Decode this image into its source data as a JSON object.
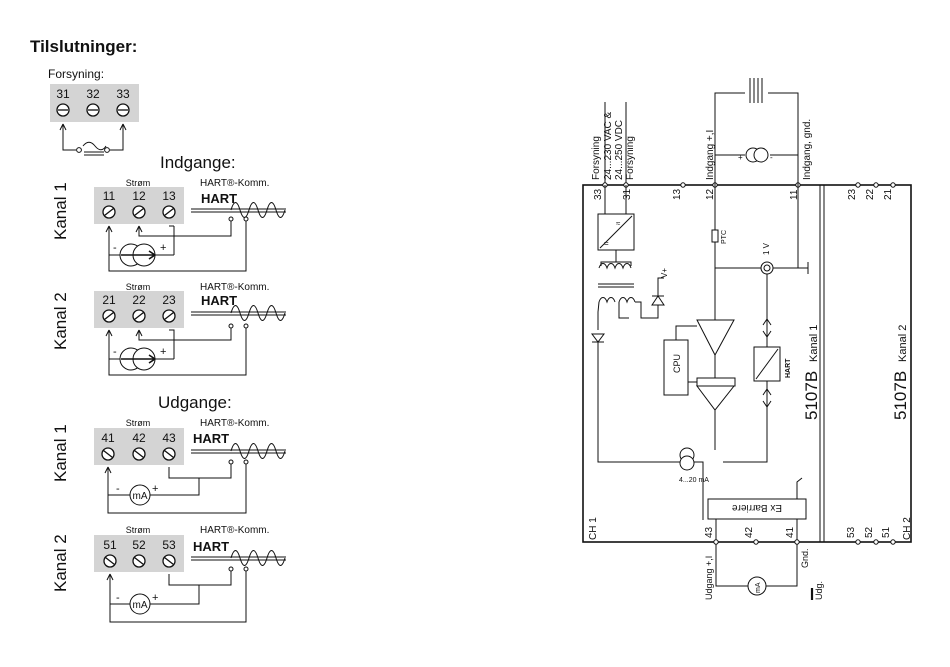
{
  "title": "Tilslutninger:",
  "supply": {
    "label": "Forsyning:",
    "terminals": [
      "31",
      "32",
      "33"
    ]
  },
  "inputs": {
    "heading": "Indgange:",
    "channels": [
      {
        "name": "Kanal 1",
        "current_label": "Strøm",
        "hart_label": "HART®-Komm.",
        "hart_logo": "HART",
        "terminals": [
          "11",
          "12",
          "13"
        ]
      },
      {
        "name": "Kanal 2",
        "current_label": "Strøm",
        "hart_label": "HART®-Komm.",
        "hart_logo": "HART",
        "terminals": [
          "21",
          "22",
          "23"
        ]
      }
    ]
  },
  "outputs": {
    "heading": "Udgange:",
    "channels": [
      {
        "name": "Kanal 1",
        "current_label": "Strøm",
        "hart_label": "HART®-Komm.",
        "hart_logo": "HART",
        "terminals": [
          "41",
          "42",
          "43"
        ],
        "meter": "mA"
      },
      {
        "name": "Kanal 2",
        "current_label": "Strøm",
        "hart_label": "HART®-Komm.",
        "hart_logo": "HART",
        "terminals": [
          "51",
          "52",
          "53"
        ],
        "meter": "mA"
      }
    ]
  },
  "block": {
    "left_labels": [
      "Forsyning",
      "24...230 VAC &",
      "24...250 VDC",
      "Forsyning"
    ],
    "top_terminals": [
      "33",
      "31",
      "13",
      "12",
      "11",
      "23",
      "22",
      "21"
    ],
    "input_labels": [
      "Indgang +,I",
      "Indgang, gnd."
    ],
    "ptc": "PTC",
    "v_label": "1 V",
    "vplus": "V+",
    "cpu": "CPU",
    "model_1": "5107B",
    "kanal_1": "Kanal 1",
    "model_2": "5107B",
    "kanal_2": "Kanal 2",
    "current_source": "4...20 mA",
    "barrier": "Ex Barriere",
    "ch1": "CH 1",
    "ch2": "CH 2",
    "bottom_terminals": [
      "43",
      "42",
      "41",
      "53",
      "52",
      "51"
    ],
    "output_labels": [
      "Udgang +,I",
      "Gnd.",
      "Udg."
    ],
    "meter": "mA"
  },
  "colors": {
    "line": "#111111",
    "terminal_bg": "#d4d4d4"
  }
}
